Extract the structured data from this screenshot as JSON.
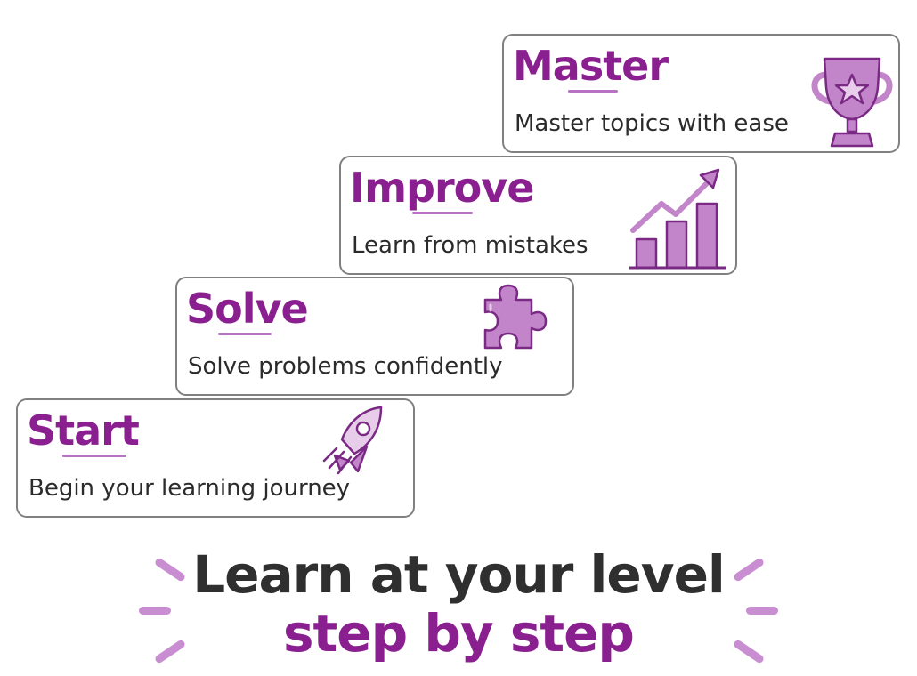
{
  "steps": [
    {
      "title": "Start",
      "description": "Begin your learning journey",
      "icon": "rocket-icon"
    },
    {
      "title": "Solve",
      "description": "Solve problems confidently",
      "icon": "puzzle-piece-icon"
    },
    {
      "title": "Improve",
      "description": "Learn from mistakes",
      "icon": "growth-chart-icon"
    },
    {
      "title": "Master",
      "description": "Master topics with ease",
      "icon": "trophy-icon"
    }
  ],
  "tagline": {
    "line1": "Learn at your level",
    "line2": "step by step"
  },
  "colors": {
    "accent": "#8a1f8f",
    "accent_light": "#c98dd2",
    "icon_fill": "#c385c9",
    "text_dark": "#2f2f2f",
    "border": "#808080"
  }
}
